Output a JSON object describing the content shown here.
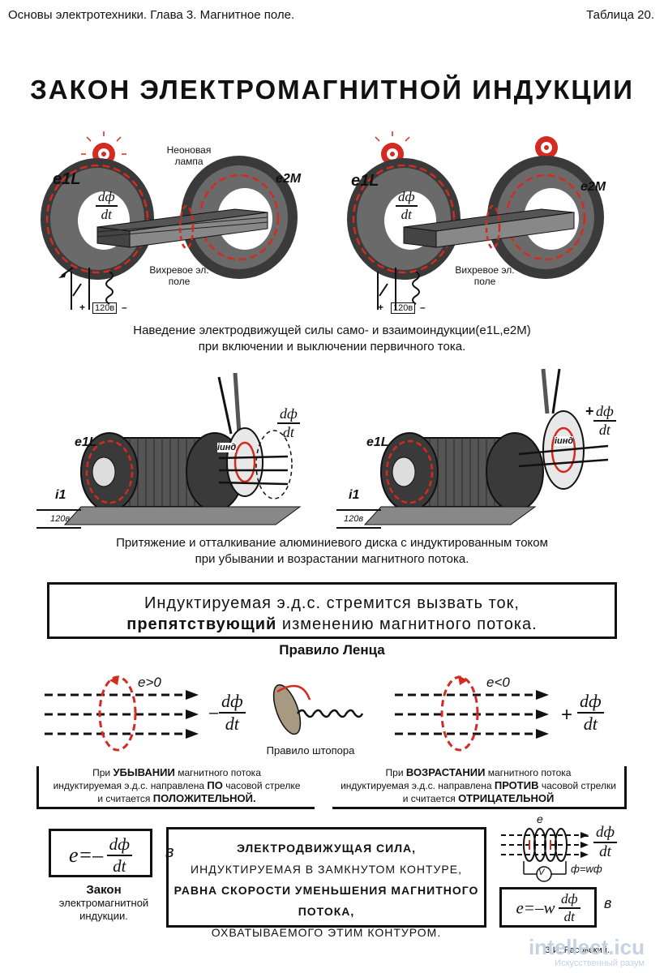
{
  "header": {
    "left": "Основы электротехники. Глава 3. Магнитное поле.",
    "right": "Таблица 20."
  },
  "title": "ЗАКОН ЭЛЕКТРОМАГНИТНОЙ ИНДУКЦИИ",
  "section1": {
    "neon_label": "Неоновая лампа",
    "vortex_label": "Вихревое эл. поле",
    "e1": "e1L",
    "e2": "e2M",
    "voltage": "120в",
    "plus": "+",
    "minus": "–",
    "dphi_num": "dф",
    "dphi_den": "dt",
    "caption_line1": "Наведение электродвижущей силы само- и взаимоиндукции(e1L,e2M)",
    "caption_line2": "при включении и выключении первичного тока."
  },
  "section2": {
    "e1": "e1L",
    "i1": "i1",
    "iind": "iинд",
    "voltage": "120в",
    "dphi_num": "dф",
    "dphi_den": "dt",
    "caption_line1": "Притяжение и отталкивание алюминиевого диска с индуктированным током",
    "caption_line2": "при убывании и возрастании магнитного потока."
  },
  "rule_box": {
    "line1": "Индуктируемая э.д.с. стремится вызвать ток,",
    "line2_bold": "препятствующий",
    "line2_rest": "изменению магнитного потока."
  },
  "lenz": {
    "title": "Правило Ленца",
    "left_e": "e>0",
    "right_e": "e<0",
    "minus": "–",
    "plus": "+",
    "dphi_num": "dф",
    "dphi_den": "dt",
    "corkscrew": "Правило штопора",
    "left_text": {
      "p1": "При",
      "b1": "УБЫВАНИИ",
      "p2": "магнитного потока",
      "p3": "индуктируемая э.д.с. направлена",
      "b2": "ПО",
      "p4": "часовой стрелке",
      "p5": "и считается",
      "b3": "ПОЛОЖИТЕЛЬНОЙ."
    },
    "right_text": {
      "p1": "При",
      "b1": "ВОЗРАСТАНИИ",
      "p2": "магнитного потока",
      "p3": "индуктируемая э.д.с. направлена",
      "b2": "ПРОТИВ",
      "p4": "часовой стрелки",
      "p5": "и считается",
      "b3": "ОТРИЦАТЕЛЬНОЙ"
    }
  },
  "formula": {
    "lhs": "e=–",
    "num": "dф",
    "den": "dt",
    "unit": "в",
    "label_line1": "Закон",
    "label_line2": "электромагнитной",
    "label_line3": "индукции."
  },
  "statement": {
    "l1": "ЭЛЕКТРОДВИЖУЩАЯ СИЛА,",
    "l2": "ИНДУКТИРУЕМАЯ В ЗАМКНУТОМ КОНТУРЕ,",
    "l3": "РАВНА СКОРОСТИ УМЕНЬШЕНИЯ МАГНИТНОГО ПОТОКА,",
    "l4": "ОХВАТЫВАЕМОГО ЭТИМ КОНТУРОМ."
  },
  "coil_formula": {
    "e": "e",
    "minus": "–",
    "num": "dф",
    "den": "dt",
    "v": "V",
    "psi": "ф=wф",
    "lhs": "e=–w",
    "unit": "в"
  },
  "author": "З.И. Расовский.",
  "watermark": "intellect.icu",
  "watermark_sub": "Искусственный разум",
  "colors": {
    "accent_red": "#d42a1f",
    "ink": "#111111",
    "body_gray": "#5a5a5a"
  }
}
